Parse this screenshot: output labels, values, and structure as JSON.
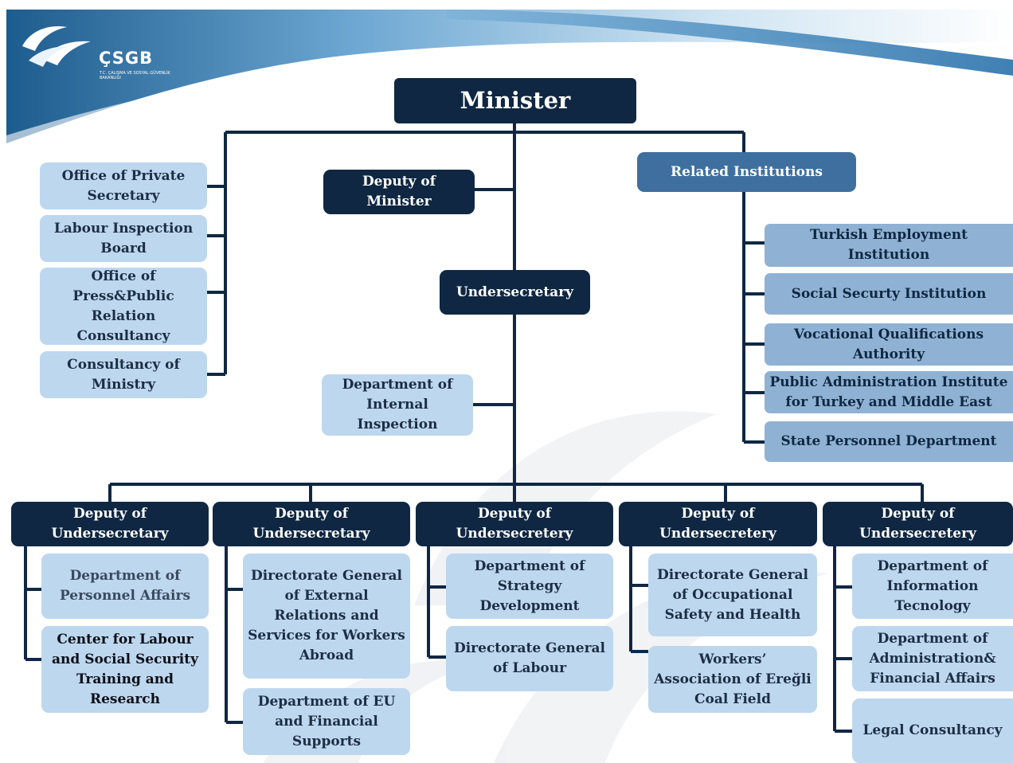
{
  "header": {
    "logo_text": "ÇSGB",
    "logo_subtext": "T.C. ÇALIŞMA VE SOSYAL GÜVENLİK BAKANLIĞI"
  },
  "chart": {
    "minister": "Minister",
    "deputy_minister": "Deputy of Minister",
    "related_institutions": "Related Institutions",
    "undersecretary": "Undersecretary",
    "internal_inspection": "Department of Internal Inspection",
    "left_units": [
      "Office of Private Secretary",
      "Labour Inspection Board",
      "Office of Press&Public Relation Consultancy",
      "Consultancy of Ministry"
    ],
    "institutions": [
      "Turkish Employment Institution",
      "Social Securty Institution",
      "Vocational Qualifications Authority",
      "Public Administration Institute for Turkey and Middle East",
      "State Personnel Department"
    ],
    "deputies": [
      {
        "title": "Deputy of Undersecretary",
        "units": [
          "Department of Personnel Affairs",
          "Center for Labour and Social Security Training and Research"
        ]
      },
      {
        "title": "Deputy of Undersecretary",
        "units": [
          "Directorate General of External Relations and Services for Workers Abroad",
          "Department of EU and Financial Supports"
        ]
      },
      {
        "title": "Deputy  of Undersecretery",
        "units": [
          "Department of Strategy Development",
          "Directorate General of Labour"
        ]
      },
      {
        "title": "Deputy  of Undersecretery",
        "units": [
          "Directorate General of Occupational Safety and Health",
          "Workers’ Association of Ereğli Coal Field"
        ]
      },
      {
        "title": "Deputy of Undersecretery",
        "units": [
          "Department of Information Tecnology",
          "Department of Administration& Financial Affairs",
          "Legal Consultancy"
        ]
      }
    ]
  },
  "colors": {
    "dark_box": "#0f2742",
    "related_box": "#3f6f9f",
    "light_box": "#bdd7ef",
    "institution_box": "#8fb2d4",
    "connector": "#0f2742"
  }
}
